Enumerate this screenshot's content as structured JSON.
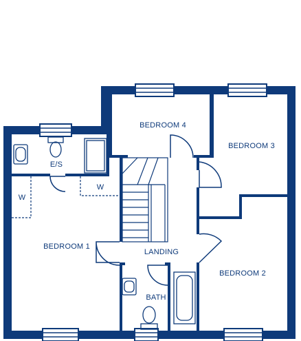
{
  "floorplan": {
    "colors": {
      "wall": "#0e3a7a",
      "background": "#ffffff",
      "window_fill": "#ffffff"
    },
    "rooms": {
      "bedroom_1": "BEDROOM 1",
      "bedroom_2": "BEDROOM 2",
      "bedroom_3": "BEDROOM 3",
      "bedroom_4": "BEDROOM 4",
      "ensuite": "E/S",
      "bath": "BATH",
      "landing": "LANDING",
      "wardrobe_1": "W",
      "wardrobe_2": "W"
    }
  }
}
